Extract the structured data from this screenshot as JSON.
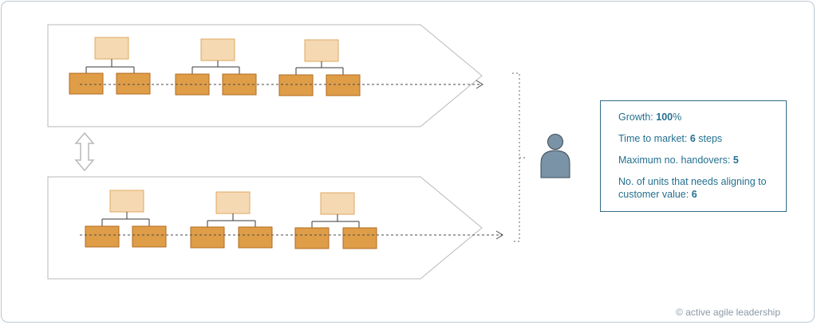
{
  "flows": [
    {
      "name": "upper-value-stream",
      "units_per_team": 2,
      "teams": 3
    },
    {
      "name": "lower-value-stream",
      "units_per_team": 2,
      "teams": 3
    }
  ],
  "actor": {
    "icon": "person-icon"
  },
  "metrics": [
    {
      "label": "Growth: ",
      "value": "100",
      "suffix": "%"
    },
    {
      "label": "Time to market: ",
      "value": "6",
      "suffix": " steps"
    },
    {
      "label": "Maximum no. handovers: ",
      "value": "5",
      "suffix": ""
    },
    {
      "label": "No. of units that needs aligning to customer value: ",
      "value": "6",
      "suffix": ""
    }
  ],
  "copyright": "© active agile leadership",
  "colors": {
    "manager_box": "#f5d9b3",
    "unit_box": "#df9d48",
    "metric_text": "#24708f",
    "person": "#7a93a6"
  }
}
